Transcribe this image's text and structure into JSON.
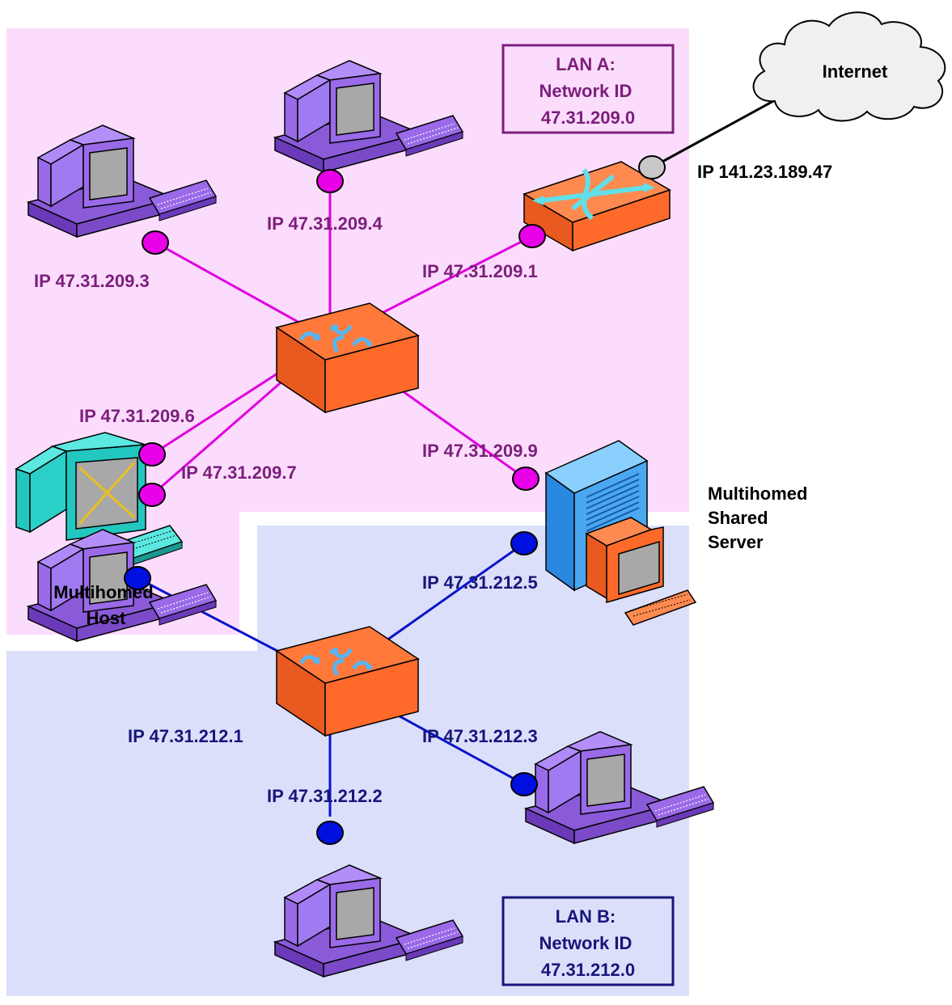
{
  "colors": {
    "lan_a_bg": "#fcdcfc",
    "lan_b_bg": "#dcdffa",
    "lan_a_text": "#7b1f7b",
    "lan_b_text": "#16167a",
    "lan_a_link": "#e000e0",
    "lan_b_link": "#0a14c8",
    "lan_a_nic": "#e800e8",
    "lan_b_nic": "#0010e0",
    "wan_nic": "#c8c8c8",
    "device_orange": "#ff6a2a",
    "pc_purple": "#9a6ae8",
    "host_teal": "#22c8c0",
    "server_blue": "#4aa8f0"
  },
  "lan_a": {
    "box": [
      "LAN A:",
      "Network ID",
      "47.31.209.0"
    ]
  },
  "lan_b": {
    "box": [
      "LAN B:",
      "Network ID",
      "47.31.212.0"
    ]
  },
  "internet": {
    "label": "Internet",
    "ip": "IP 141.23.189.47"
  },
  "labels": {
    "pc_209_3": "IP 47.31.209.3",
    "pc_209_4": "IP 47.31.209.4",
    "router_209_1": "IP 47.31.209.1",
    "host_209_6": "IP 47.31.209.6",
    "host_209_7": "IP 47.31.209.7",
    "server_209_9": "IP 47.31.209.9",
    "server_212_5": "IP 47.31.212.5",
    "pc_212_1": "IP 47.31.212.1",
    "pc_212_2": "IP 47.31.212.2",
    "pc_212_3": "IP 47.31.212.3"
  },
  "multihomed_host": [
    "Multihomed",
    "Host"
  ],
  "multihomed_server": [
    "Multihomed",
    "Shared",
    "Server"
  ],
  "icons": {
    "pc": "desktop-computer-icon",
    "switch": "switch-icon",
    "router": "router-icon",
    "server": "server-icon",
    "cloud": "cloud-icon"
  }
}
